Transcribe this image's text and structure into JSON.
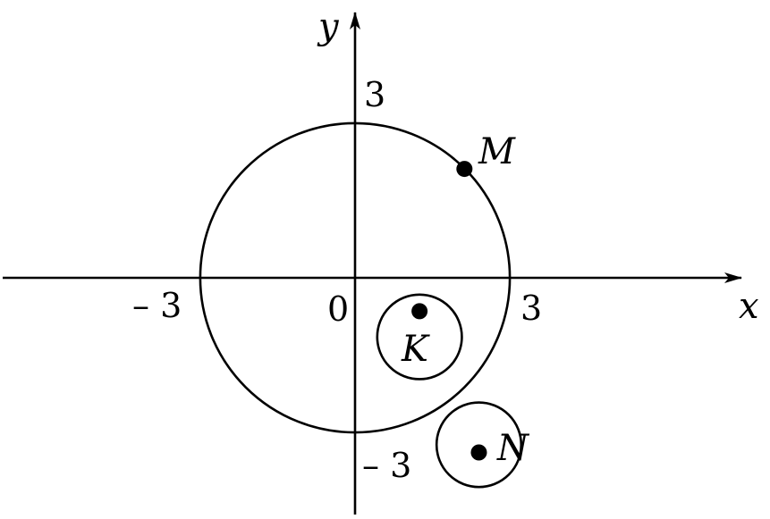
{
  "axes": {
    "x_label": "x",
    "y_label": "y",
    "origin_label": "0",
    "x_pos_tick": "3",
    "x_neg_tick": "– 3",
    "y_pos_tick": "3",
    "y_neg_tick": "– 3"
  },
  "circle": {
    "center": [
      0,
      0
    ],
    "radius": 3
  },
  "points": [
    {
      "id": "M",
      "label": "M",
      "x": 2.12,
      "y": 2.12
    },
    {
      "id": "K",
      "label": "K",
      "x": 1.25,
      "y": -0.65
    },
    {
      "id": "N",
      "label": "N",
      "x": 2.4,
      "y": -3.4
    }
  ],
  "small_circles": [
    {
      "around": "K",
      "cx": 1.25,
      "cy": -1.15,
      "r": 0.82
    },
    {
      "around": "N",
      "cx": 2.4,
      "cy": -3.25,
      "r": 0.82
    }
  ],
  "colors": {
    "stroke": "#000000",
    "background": "#ffffff"
  }
}
